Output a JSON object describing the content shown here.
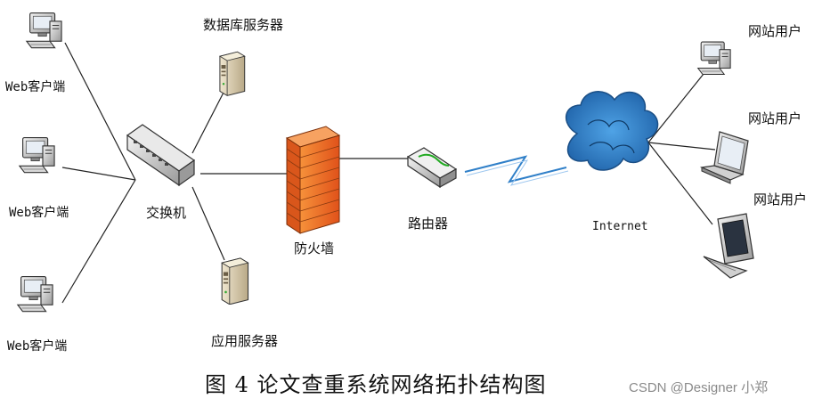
{
  "nodes": {
    "web_client_1": "Web客户端",
    "web_client_2": "Web客户端",
    "web_client_3": "Web客户端",
    "db_server": "数据库服务器",
    "app_server": "应用服务器",
    "switch": "交换机",
    "firewall": "防火墙",
    "router": "路由器",
    "internet": "Internet",
    "site_user_1": "网站用户",
    "site_user_2": "网站用户",
    "site_user_3": "网站用户"
  },
  "caption": "图 4  论文查重系统网络拓扑结构图",
  "watermark": "CSDN @Designer 小郑",
  "icons": {
    "client": "desktop-computer-icon",
    "server": "tower-server-icon",
    "switch": "network-switch-icon",
    "firewall": "brick-firewall-icon",
    "router": "router-icon",
    "cloud": "internet-cloud-icon",
    "laptop": "laptop-icon",
    "monitor": "crt-monitor-icon"
  },
  "colors": {
    "firewall": "#f0701e",
    "cloud": "#2f7fc8",
    "lines": "#222222"
  }
}
